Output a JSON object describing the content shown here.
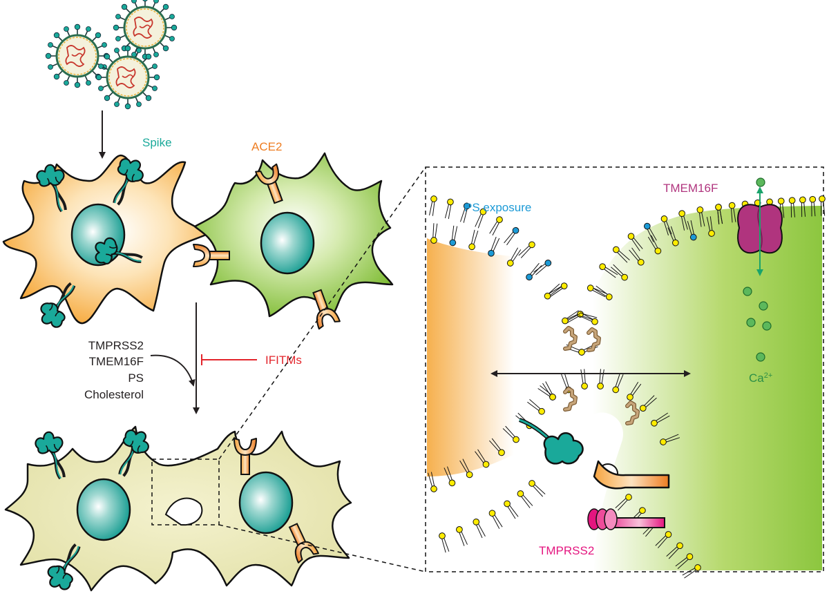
{
  "labels": {
    "spike": "Spike",
    "ace2": "ACE2",
    "factors": [
      "TMPRSS2",
      "TMEM16F",
      "PS",
      "Cholesterol"
    ],
    "ifitms": "IFITMs",
    "ps_exposure": "PS exposure",
    "tmem16f": "TMEM16F",
    "tmprss2": "TMPRSS2",
    "ca_base": "Ca",
    "ca_sup": "2+"
  },
  "icons": [
    "virus-icon",
    "spike-protein-icon",
    "ace2-receptor-icon",
    "nucleus-icon",
    "lipid-bilayer-icon",
    "cholesterol-icon",
    "tmem16f-channel-icon",
    "tmprss2-protease-icon",
    "calcium-ion-icon"
  ],
  "colors": {
    "spike": "#1aa99a",
    "ace2": "#ee7d22",
    "ifitms": "#e3242b",
    "ps": "#1c9ad6",
    "tmem16f": "#b0347e",
    "tmprss2": "#e4157f",
    "calcium": "#2c8f46",
    "infected_cell": "#f6b04e",
    "target_cell": "#8cc63f",
    "syncytium": "#e8e6b4",
    "lipid_head": "#ffec00"
  }
}
